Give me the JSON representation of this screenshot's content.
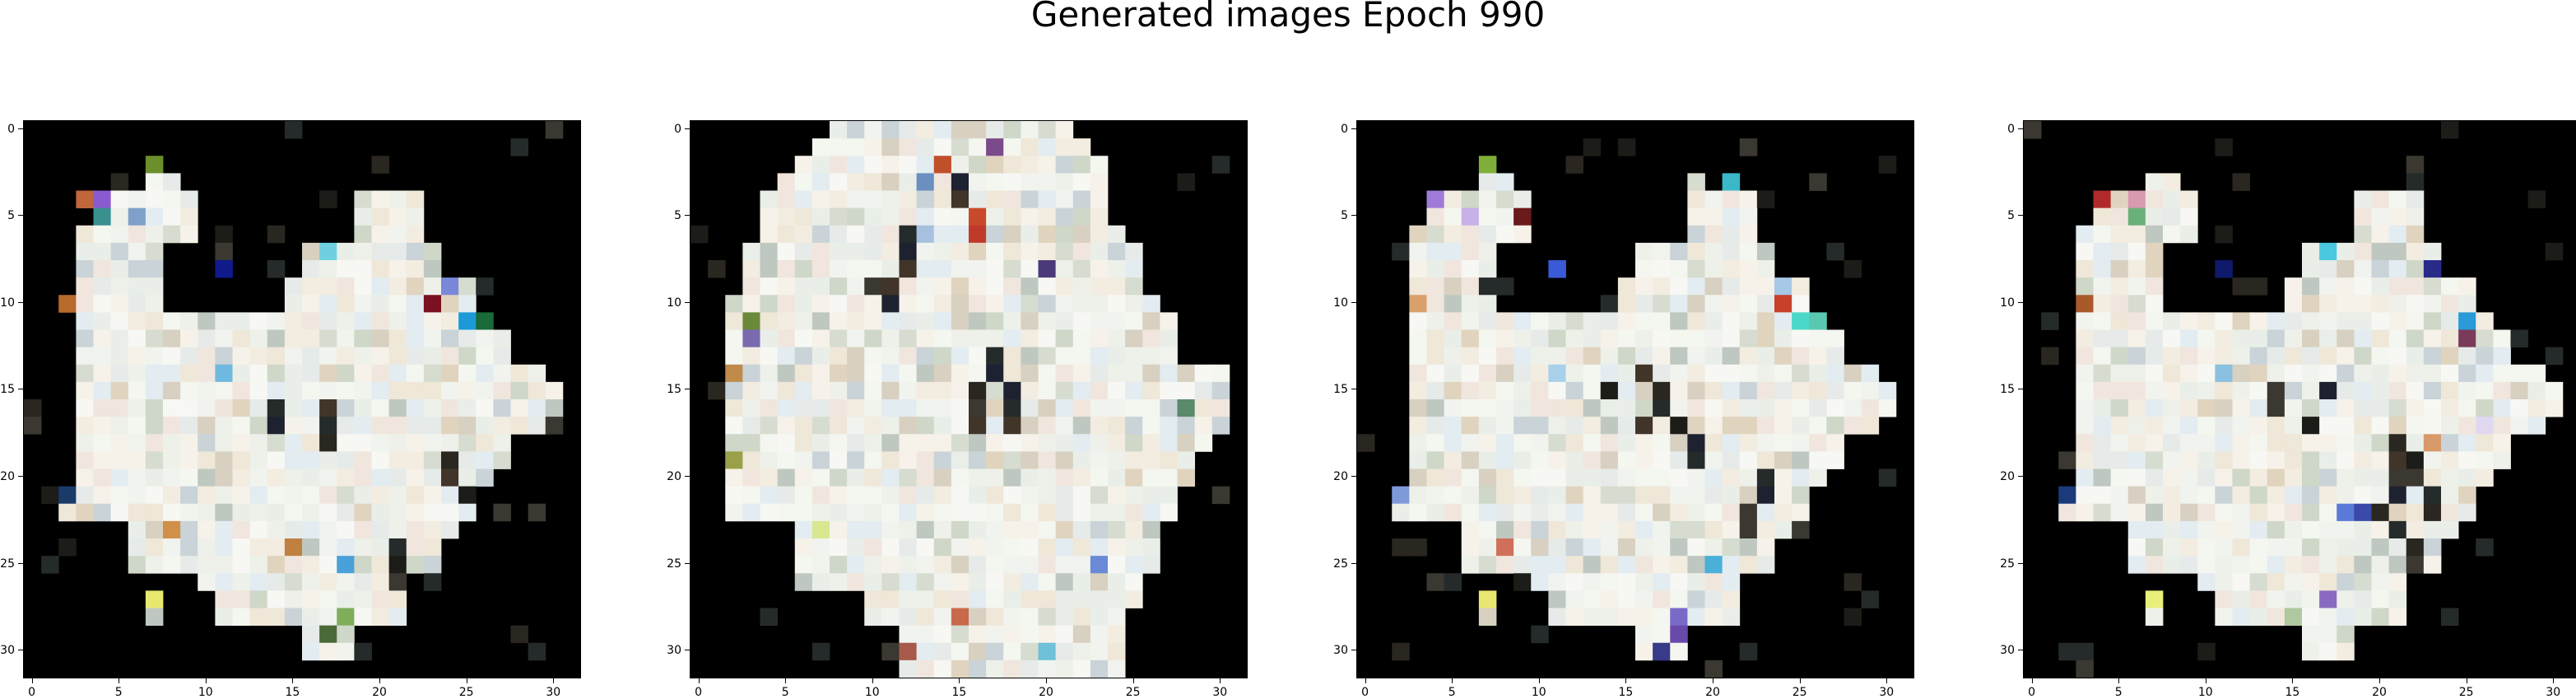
{
  "figure": {
    "title": "Generated images Epoch 990"
  },
  "axes": {
    "ticks": [
      0,
      5,
      10,
      15,
      20,
      25,
      30
    ],
    "tick_labels": [
      "0",
      "5",
      "10",
      "15",
      "20",
      "25",
      "30"
    ],
    "xlim": [
      -0.5,
      31.5
    ],
    "ylim": [
      31.5,
      -0.5
    ]
  },
  "images": [
    {
      "name": "generated-image-1",
      "masks": [
        "0000000000000000000000000000000",
        "0000000000000000000000000000000",
        "0000000100000000000000000000000",
        "0000000110000000000000000000000",
        "0000111111000000000111100000000",
        "0000111111000000000111100000000",
        "0001111111000000000111100000000",
        "0001111100000000111111110000000",
        "0001111100000000111111110000000",
        "0001111100000001111111111100000",
        "0001111100000001111111111100000",
        "0001111111111111111111111110000",
        "0001111111111111111111111111000",
        "0001111111111111111111111111000",
        "0001111111111111111111111111110",
        "0001111111111111111111111111111",
        "0001111111111111111111111111111",
        "0001111111111111111111111111110",
        "0001111111111111111111111111000",
        "0001111111111111111111111111000",
        "0001111111111111111111111110000",
        "0011111111111111111111111100000",
        "0011111111111111111111111100000",
        "0000001111111111111111111000000",
        "0000001111111111111111110000000",
        "0000001111111111111111110000000",
        "0000000000111111111111000000000",
        "0000000100011111111111000000000",
        "0000000100011111111111000000000",
        "0000000000000000111000000000000",
        "0000000000000000111000000000000",
        "0000000000000000000000000000000"
      ],
      "dark_patches": [
        [
          16,
          14
        ],
        [
          17,
          14
        ],
        [
          16,
          17
        ],
        [
          17,
          17
        ],
        [
          18,
          17
        ],
        [
          19,
          24
        ],
        [
          20,
          24
        ],
        [
          21,
          25
        ],
        [
          24,
          21
        ],
        [
          25,
          21
        ],
        [
          26,
          21
        ]
      ],
      "accents": [
        {
          "r": 2,
          "c": 7,
          "color": "#6b8f2a"
        },
        {
          "r": 4,
          "c": 3,
          "color": "#c0663a"
        },
        {
          "r": 4,
          "c": 4,
          "color": "#8a5bd0"
        },
        {
          "r": 5,
          "c": 4,
          "color": "#3a8f8f"
        },
        {
          "r": 5,
          "c": 6,
          "color": "#7fa0c8"
        },
        {
          "r": 8,
          "c": 11,
          "color": "#101a8a"
        },
        {
          "r": 7,
          "c": 17,
          "color": "#6fd0e0"
        },
        {
          "r": 9,
          "c": 24,
          "color": "#7a88d8"
        },
        {
          "r": 10,
          "c": 23,
          "color": "#7a1020"
        },
        {
          "r": 11,
          "c": 25,
          "color": "#1c9ad8"
        },
        {
          "r": 11,
          "c": 26,
          "color": "#1a6a3a"
        },
        {
          "r": 10,
          "c": 2,
          "color": "#b86a2a"
        },
        {
          "r": 14,
          "c": 11,
          "color": "#6fb8e0"
        },
        {
          "r": 21,
          "c": 2,
          "color": "#1a3a6a"
        },
        {
          "r": 23,
          "c": 8,
          "color": "#d0904a"
        },
        {
          "r": 24,
          "c": 15,
          "color": "#c08040"
        },
        {
          "r": 25,
          "c": 18,
          "color": "#4aa0d8"
        },
        {
          "r": 27,
          "c": 7,
          "color": "#e8e870"
        },
        {
          "r": 28,
          "c": 18,
          "color": "#7fae5a"
        },
        {
          "r": 29,
          "c": 17,
          "color": "#4a6a3a"
        }
      ]
    },
    {
      "name": "generated-image-2",
      "masks": [
        "0000000011111111111111000000000",
        "0000000111111111111111100000000",
        "0000001111111111111111110000000",
        "0000011111111111111111110000000",
        "0000111111111111111111110000000",
        "0000111111111111111111110000000",
        "0000111111111111111111111000000",
        "0001111111111111111111111100000",
        "0001111111111111111111111100000",
        "0001111111111111111111111100000",
        "0011111111111111111111111110000",
        "0011111111111111111111111111000",
        "0011111111111111111111111111000",
        "0011111111111111111111111111000",
        "0011111111111111111111111111111",
        "0011111111111111111111111111111",
        "0011111111111111111111111111111",
        "0011111111111111111111111111111",
        "0011111111111111111111111111110",
        "0011111111111111111111111111100",
        "0011111111111111111111111111100",
        "0011111111111111111111111111000",
        "0011111111111111111111111111000",
        "0000001111111111111111111110000",
        "0000001111111111111111111110000",
        "0000001111111111111111111110000",
        "0000001111111111111111111100000",
        "0000000000111111111111111100000",
        "0000000000111111111111111000000",
        "0000000000001111111111111000000",
        "0000000000001111111111111000000",
        "0000000000001111111111111000000"
      ],
      "dark_patches": [
        [
          6,
          12
        ],
        [
          7,
          12
        ],
        [
          8,
          12
        ],
        [
          9,
          10
        ],
        [
          9,
          11
        ],
        [
          10,
          11
        ],
        [
          14,
          17
        ],
        [
          15,
          16
        ],
        [
          16,
          16
        ],
        [
          17,
          16
        ],
        [
          15,
          18
        ],
        [
          16,
          18
        ],
        [
          17,
          18
        ],
        [
          13,
          17
        ],
        [
          3,
          15
        ],
        [
          4,
          15
        ]
      ],
      "accents": [
        {
          "r": 1,
          "c": 17,
          "color": "#7a4a8a"
        },
        {
          "r": 2,
          "c": 14,
          "color": "#c0502a"
        },
        {
          "r": 3,
          "c": 13,
          "color": "#6a8fc0"
        },
        {
          "r": 5,
          "c": 16,
          "color": "#c84a2a"
        },
        {
          "r": 6,
          "c": 16,
          "color": "#c03a2a"
        },
        {
          "r": 6,
          "c": 13,
          "color": "#a8c0e0"
        },
        {
          "r": 8,
          "c": 20,
          "color": "#4a3a7a"
        },
        {
          "r": 11,
          "c": 3,
          "color": "#6a8a3a"
        },
        {
          "r": 12,
          "c": 3,
          "color": "#7a6ab0"
        },
        {
          "r": 14,
          "c": 2,
          "color": "#c08a4a"
        },
        {
          "r": 16,
          "c": 28,
          "color": "#5a8a6a"
        },
        {
          "r": 19,
          "c": 2,
          "color": "#9aa04a"
        },
        {
          "r": 23,
          "c": 7,
          "color": "#d8e890"
        },
        {
          "r": 25,
          "c": 23,
          "color": "#6a8ad8"
        },
        {
          "r": 28,
          "c": 15,
          "color": "#c86a4a"
        },
        {
          "r": 30,
          "c": 12,
          "color": "#a85a4a"
        },
        {
          "r": 30,
          "c": 20,
          "color": "#6fc0d8"
        }
      ]
    },
    {
      "name": "generated-image-3",
      "masks": [
        "0000000000000000000000000000000",
        "0000000000000000000000000000000",
        "0000000100000000000000000000000",
        "0000000110000000000100000000000",
        "0000111111000000000111100000000",
        "0000111111000000000111100000000",
        "0001111111000000000111100000000",
        "0001111100000000111111110000000",
        "0001111100000000111111110000000",
        "0001111100000001111111111100000",
        "0001111100000001111111111100000",
        "0001111111111111111111111110000",
        "0001111111111111111111111111000",
        "0001111111111111111111111111000",
        "0001111111111111111111111111110",
        "0001111111111111111111111111111",
        "0001111111111111111111111111111",
        "0001111111111111111111111111110",
        "0001111111111111111111111111000",
        "0001111111111111111111111111000",
        "0001111111111111111111111110000",
        "0011111111111111111111111100000",
        "0011111111111111111111111100000",
        "0000001111111111111111111000000",
        "0000001111111111111111110000000",
        "0000001111111111111111110000000",
        "0000000000111111111111000000000",
        "0000000100011111111111000000000",
        "0000000100011111111111000000000",
        "0000000000000000111000000000000",
        "0000000000000000111000000000000",
        "0000000000000000000000000000000"
      ],
      "dark_patches": [
        [
          14,
          16
        ],
        [
          15,
          17
        ],
        [
          16,
          17
        ],
        [
          17,
          16
        ],
        [
          17,
          18
        ],
        [
          18,
          19
        ],
        [
          19,
          19
        ],
        [
          15,
          14
        ],
        [
          20,
          23
        ],
        [
          21,
          23
        ],
        [
          22,
          22
        ],
        [
          23,
          22
        ],
        [
          9,
          7
        ]
      ],
      "accents": [
        {
          "r": 2,
          "c": 7,
          "color": "#7fae3a"
        },
        {
          "r": 3,
          "c": 21,
          "color": "#3ab8c8"
        },
        {
          "r": 4,
          "c": 4,
          "color": "#a07ad8"
        },
        {
          "r": 5,
          "c": 6,
          "color": "#c8b0e8"
        },
        {
          "r": 5,
          "c": 9,
          "color": "#6a1a1a"
        },
        {
          "r": 8,
          "c": 11,
          "color": "#3a5ad8"
        },
        {
          "r": 10,
          "c": 3,
          "color": "#d8a06a"
        },
        {
          "r": 10,
          "c": 24,
          "color": "#c8402a"
        },
        {
          "r": 11,
          "c": 25,
          "color": "#4ad8c8"
        },
        {
          "r": 11,
          "c": 26,
          "color": "#5ac8b0"
        },
        {
          "r": 9,
          "c": 24,
          "color": "#a8c8e8"
        },
        {
          "r": 14,
          "c": 11,
          "color": "#a8d0e8"
        },
        {
          "r": 21,
          "c": 2,
          "color": "#7f9ad8"
        },
        {
          "r": 24,
          "c": 8,
          "color": "#d0705a"
        },
        {
          "r": 25,
          "c": 20,
          "color": "#4ab0d8"
        },
        {
          "r": 27,
          "c": 7,
          "color": "#e8e870"
        },
        {
          "r": 28,
          "c": 18,
          "color": "#7a6ac8"
        },
        {
          "r": 29,
          "c": 18,
          "color": "#6a4aa8"
        },
        {
          "r": 30,
          "c": 17,
          "color": "#3a3a8a"
        }
      ]
    },
    {
      "name": "generated-image-4",
      "masks": [
        "0000000000000000000000000000000",
        "0000000000000000000000000000000",
        "0000000000000000000000000000000",
        "0000000110000000000000000000000",
        "0000111111000000000111100000000",
        "0000111111000000000111100000000",
        "0001111111000000000111100000000",
        "0001111100000000111111110000000",
        "0001111100000000111111110000000",
        "0001111100000001111111111100000",
        "0001111100000001111111111100000",
        "0001111111111111111111111110000",
        "0001111111111111111111111111000",
        "0001111111111111111111111111000",
        "0001111111111111111111111111110",
        "0001111111111111111111111111111",
        "0001111111111111111111111111111",
        "0001111111111111111111111111110",
        "0001111111111111111111111111000",
        "0001111111111111111111111111000",
        "0001111111111111111111111110000",
        "0011111111111111111111111100000",
        "0011111111111111111111111100000",
        "0000001111111111111111111000000",
        "0000001111111111111111110000000",
        "0000001111111111111111110000000",
        "0000000000111111111111000000000",
        "0000000100011111111111000000000",
        "0000000100011111111111000000000",
        "0000000000000000111000000000000",
        "0000000000000000111000000000000",
        "0000000000000000000000000000000"
      ],
      "dark_patches": [
        [
          18,
          21
        ],
        [
          19,
          21
        ],
        [
          20,
          21
        ],
        [
          21,
          21
        ],
        [
          19,
          22
        ],
        [
          20,
          22
        ],
        [
          21,
          23
        ],
        [
          22,
          23
        ],
        [
          22,
          20
        ],
        [
          23,
          21
        ],
        [
          24,
          22
        ],
        [
          25,
          22
        ],
        [
          15,
          14
        ],
        [
          16,
          14
        ],
        [
          17,
          16
        ],
        [
          15,
          17
        ]
      ],
      "accents": [
        {
          "r": 4,
          "c": 4,
          "color": "#b02a2a"
        },
        {
          "r": 4,
          "c": 6,
          "color": "#d89ab0"
        },
        {
          "r": 5,
          "c": 6,
          "color": "#6ab07a"
        },
        {
          "r": 8,
          "c": 11,
          "color": "#101a6a"
        },
        {
          "r": 7,
          "c": 17,
          "color": "#4ac8e0"
        },
        {
          "r": 8,
          "c": 23,
          "color": "#2a2a8a"
        },
        {
          "r": 10,
          "c": 3,
          "color": "#a85a2a"
        },
        {
          "r": 11,
          "c": 25,
          "color": "#2a9ad8"
        },
        {
          "r": 12,
          "c": 25,
          "color": "#7a3a5a"
        },
        {
          "r": 14,
          "c": 11,
          "color": "#8ac0e0"
        },
        {
          "r": 18,
          "c": 23,
          "color": "#d89a6a"
        },
        {
          "r": 17,
          "c": 26,
          "color": "#e0d8f0"
        },
        {
          "r": 21,
          "c": 2,
          "color": "#1a3a7a"
        },
        {
          "r": 22,
          "c": 18,
          "color": "#5a7ad8"
        },
        {
          "r": 22,
          "c": 19,
          "color": "#3a4aa8"
        },
        {
          "r": 27,
          "c": 7,
          "color": "#e8f07a"
        },
        {
          "r": 28,
          "c": 15,
          "color": "#b0c8a0"
        },
        {
          "r": 27,
          "c": 17,
          "color": "#8a6ac0"
        }
      ]
    }
  ]
}
